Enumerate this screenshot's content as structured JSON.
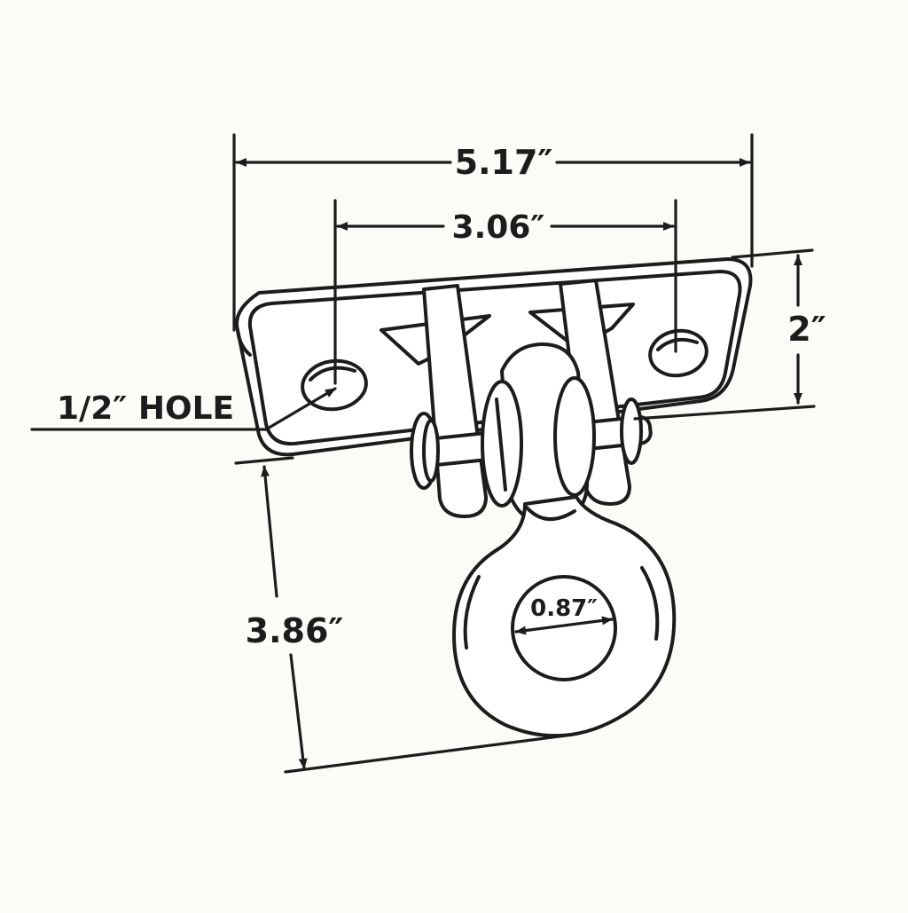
{
  "dimensions": {
    "overall_width": "5.17″",
    "hole_spacing": "3.06″",
    "plate_depth": "2″",
    "hole_callout": "1/2″ HOLE",
    "drop_height": "3.86″",
    "eye_diameter": "0.87″"
  },
  "colors": {
    "ink": "#1c1c1c",
    "paper": "#fbfbf8"
  }
}
